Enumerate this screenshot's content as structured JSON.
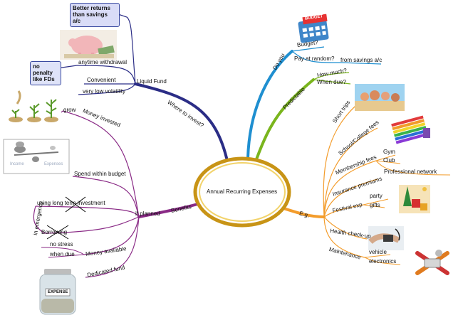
{
  "center": {
    "title": "Annual Recurring Expenses"
  },
  "branches": {
    "where_to_invest": {
      "label": "Where to invest?",
      "liquid_fund": {
        "label": "Liquid Fund",
        "note_returns": "Better returns than savings a/c",
        "anytime_withdrawal": "anytime withdrawal",
        "note_no_penalty": "no penalty like FDs",
        "convenient": "Convenient",
        "low_volatility": "very low volatility"
      }
    },
    "do_you": {
      "label": "Do you",
      "budget": "Budget?",
      "pay_at_random": "Pay at random?",
      "from_savings": "from savings a/c",
      "image_text": "BUDGET"
    },
    "predictable": {
      "label": "Predictable",
      "how_much": "How much?",
      "when_due": "When due?"
    },
    "eg": {
      "label": "E.g.",
      "short_trips": "Short trips",
      "school_fees": "School/College fees",
      "membership": {
        "label": "Membership fees",
        "items": [
          "Gym",
          "Club",
          "Professional network"
        ]
      },
      "insurance": "Insurance premiums",
      "festival": {
        "label": "Festival exp",
        "items": [
          "party",
          "gifts"
        ]
      },
      "health": "Health check-up",
      "maintenance": {
        "label": "Maintenance",
        "items": [
          "vehicle",
          "electronics"
        ]
      }
    },
    "benefits": {
      "label": "Benefits",
      "if_planned": "if planned",
      "money_invested": "Money invested",
      "grow": "grow",
      "spend_within_budget": "Spend within budget",
      "balance_income": "Income",
      "balance_expenses": "Expenses",
      "using_long_term": "using long term investment",
      "in_emergency": "in emergency",
      "borrowing": "Borrowing",
      "money_available": "Money available",
      "no_stress": "no stress",
      "when_due": "when due",
      "dedicated_fund": "Dedicated fund",
      "jar_label": "EXPENSE"
    }
  },
  "colors": {
    "where_to_invest": "#2b2d86",
    "do_you": "#1f8fd0",
    "predictable": "#7ab51d",
    "eg": "#f39c2b",
    "benefits": "#8a2b86",
    "ring": "#d9a520"
  }
}
